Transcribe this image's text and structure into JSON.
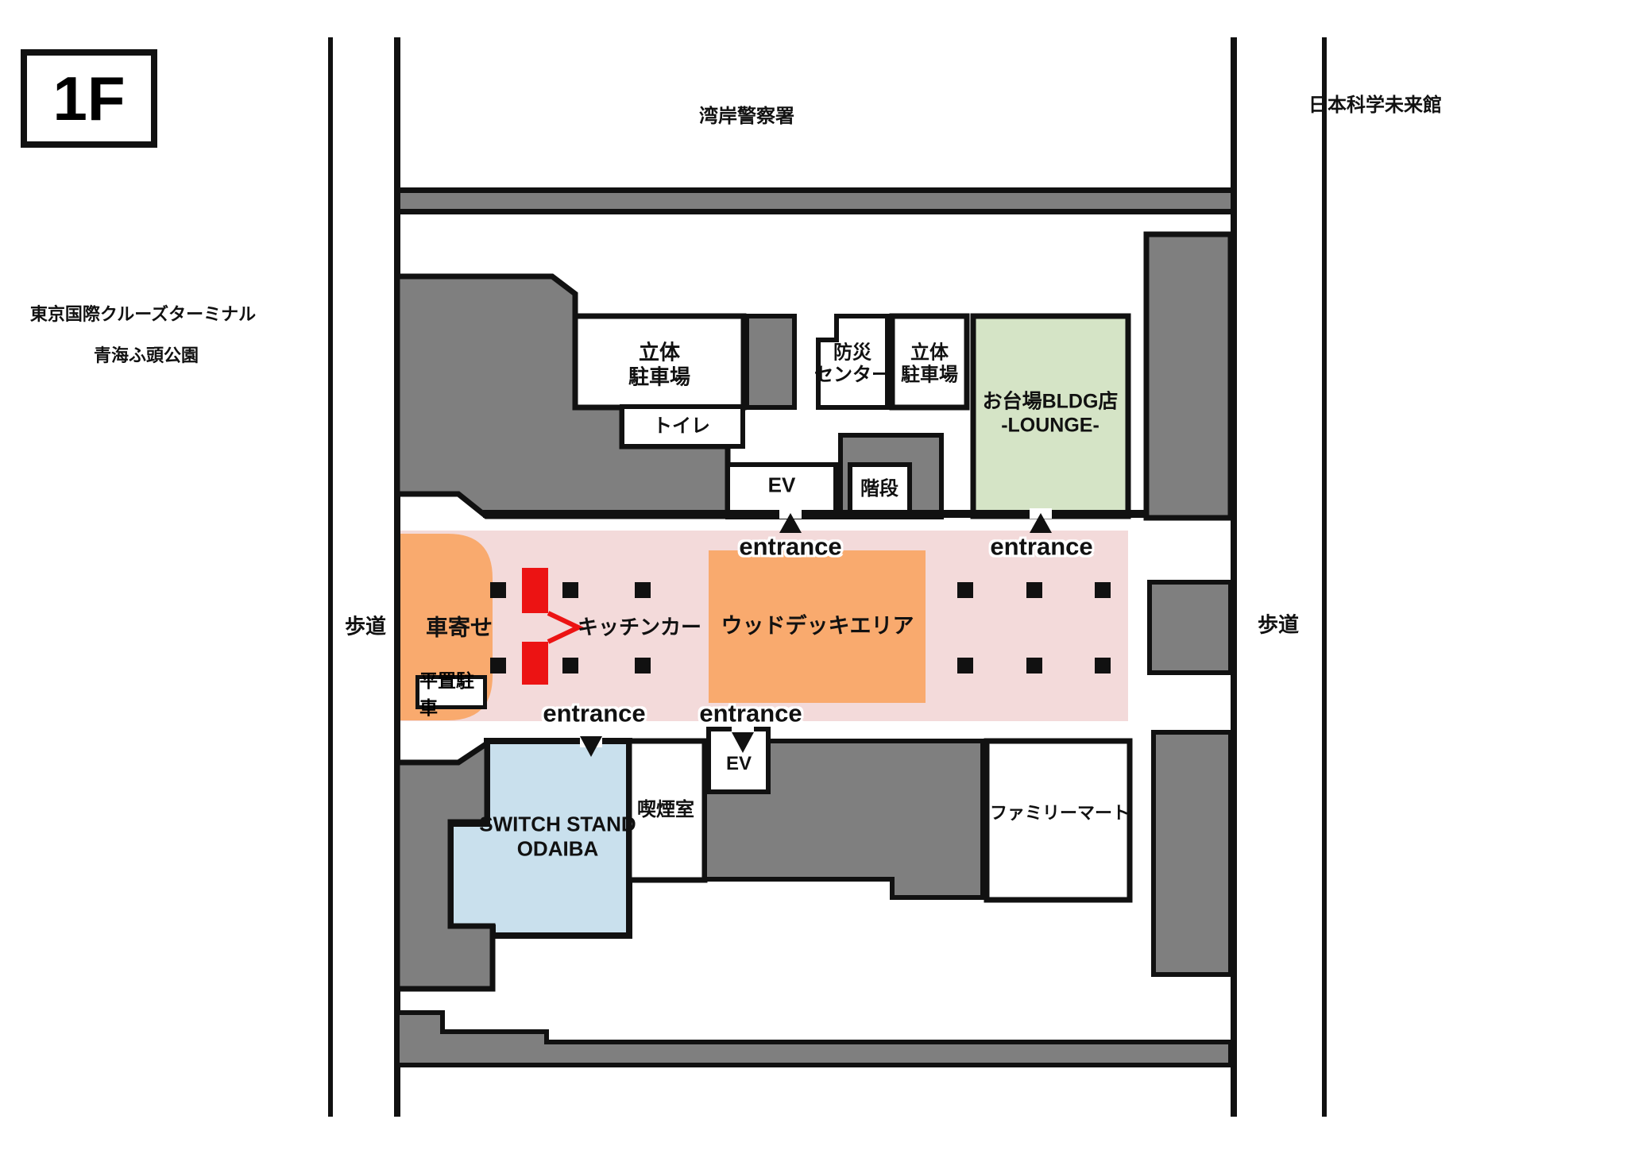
{
  "colors": {
    "wall": "#111111",
    "gray": "#7f7f7f",
    "pink": "#f3dada",
    "pale": "#efdce2",
    "orange": "#f9aa6e",
    "green": "#d5e4c6",
    "blue": "#c9e0ed",
    "red": "#ec1313"
  },
  "floor": {
    "label": "1F"
  },
  "surroundings": {
    "top": "湾岸警察署",
    "right": "日本科学未来館",
    "left_line1": "東京国際クルーズターミナル",
    "left_line2": "青海ふ頭公園",
    "sidewalk_left": "歩道",
    "sidewalk_right": "歩道"
  },
  "rooms": {
    "parking_tower_1": "立体\n駐車場",
    "toilet": "トイレ",
    "elevator_upper": "EV",
    "stairs": "階段",
    "disaster_center": "防災\nセンター",
    "parking_tower_2": "立体\n駐車場",
    "lounge": "お台場BLDG店\n-LOUNGE-",
    "switch_stand": "SWITCH STAND\nODAIBA",
    "smoking_room": "喫煙室",
    "elevator_lower": "EV",
    "familymart": "ファミリーマート"
  },
  "strip": {
    "car_porch": "車寄せ",
    "flat_parking": "平置駐車",
    "kitchen_car": "キッチンカー",
    "wood_deck": "ウッドデッキエリア"
  },
  "entrances": {
    "upper_left": "entrance",
    "upper_right": "entrance",
    "lower_left": "entrance",
    "lower_right": "entrance"
  }
}
